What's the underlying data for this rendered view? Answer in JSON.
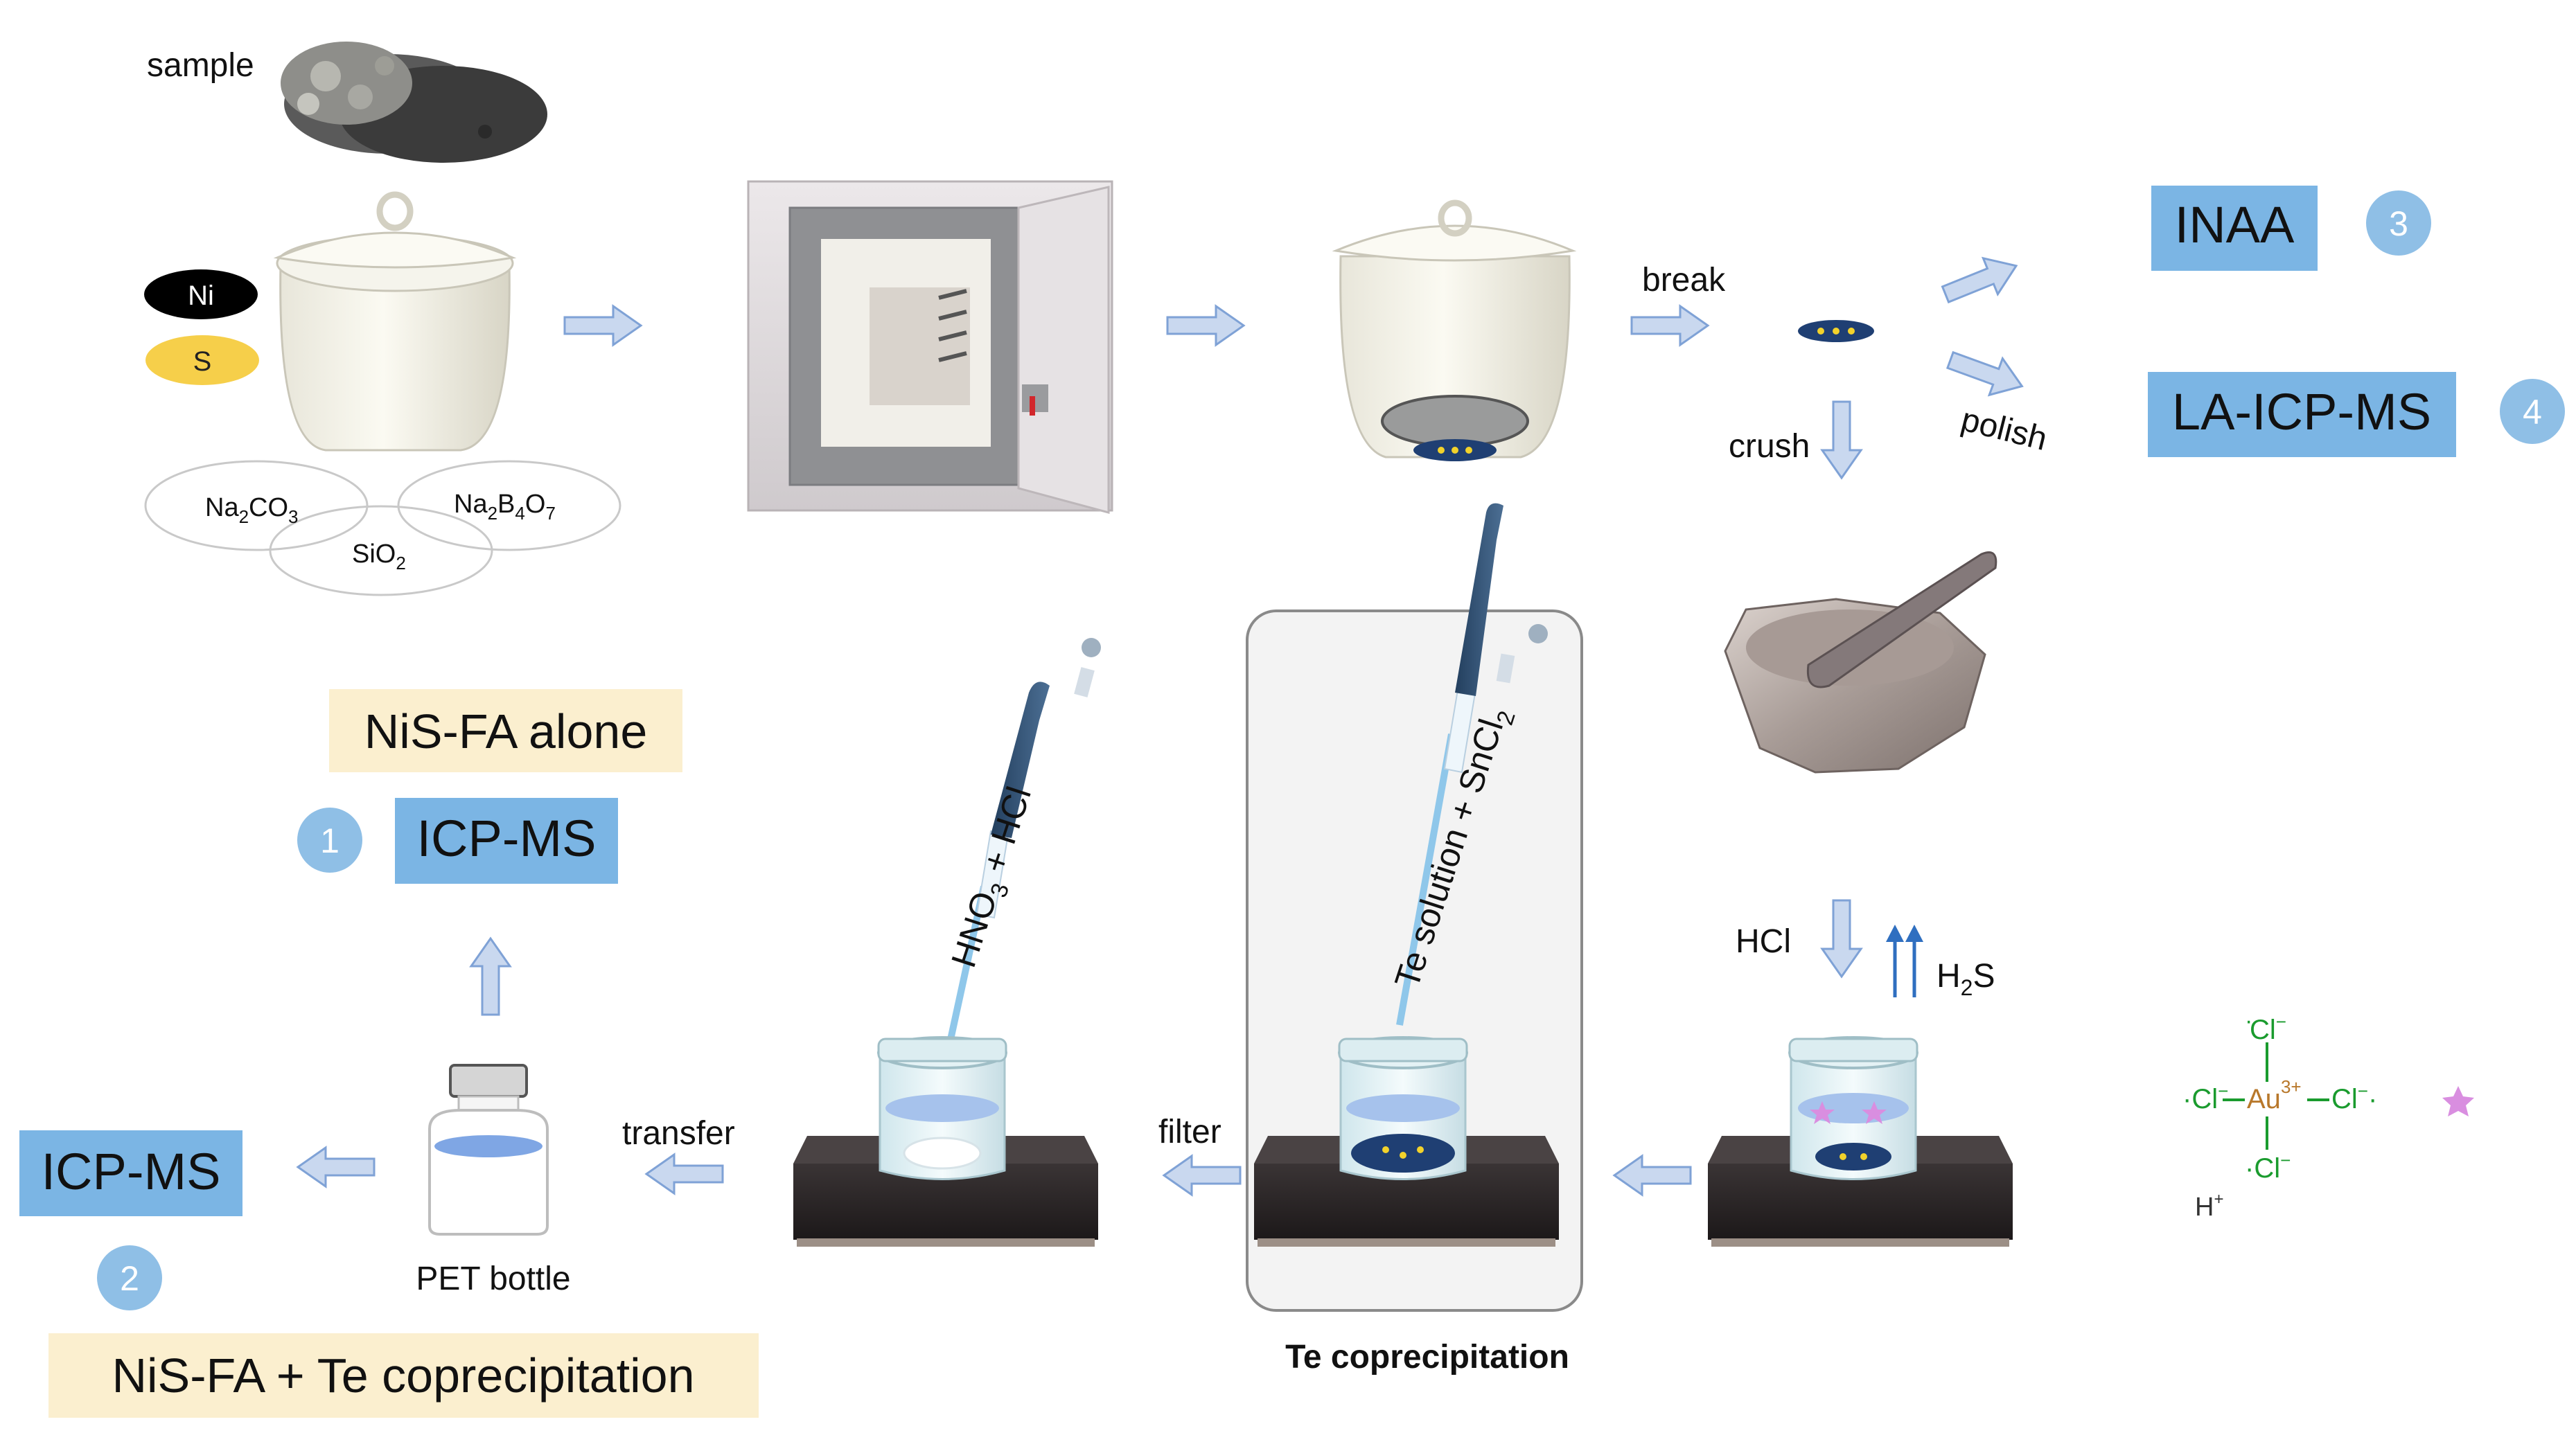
{
  "labels": {
    "sample": "sample",
    "ni": "Ni",
    "s": "S",
    "na2co3": [
      "Na",
      "2",
      "CO",
      "3"
    ],
    "na2b4o7": [
      "Na",
      "2",
      "B",
      "4",
      "O",
      "7"
    ],
    "sio2": [
      "SiO",
      "2"
    ],
    "break": "break",
    "crush": "crush",
    "polish": "polish",
    "hcl": "HCl",
    "h2s": [
      "H",
      "2",
      "S"
    ],
    "filter": "filter",
    "transfer": "transfer",
    "pet_bottle": "PET bottle",
    "te_coprecipitation": "Te coprecipitation",
    "pipette_left": [
      "HNO",
      "3",
      " + HCl"
    ],
    "pipette_mid": [
      "Te solution  +  SnCl",
      "2"
    ],
    "h_plus": "H",
    "plus_sign": "+"
  },
  "methods": {
    "inaa": "INAA",
    "la_icp_ms": "LA-ICP-MS",
    "icp_ms_top": "ICP-MS",
    "icp_ms_bottom": "ICP-MS",
    "nis_fa_alone": "NiS-FA alone",
    "nis_fa_te": "NiS-FA + Te coprecipitation"
  },
  "badges": {
    "one": "1",
    "two": "2",
    "three": "3",
    "four": "4"
  },
  "complex": {
    "cl": "Cl",
    "au": "Au",
    "charge": "3+",
    "minus": "−",
    "dot": "·"
  },
  "colors": {
    "arrow": "#c9d8ef",
    "arrow_edge": "#7fa2d6",
    "method_box": "#7bb5e4",
    "method_box_light": "#fbefcf",
    "badge": "#8fbfe6",
    "bead": "#1f3f73",
    "gold_dot": "#f2d22b",
    "star": "#d98ee0",
    "chloride": "#1a9b2e",
    "gold": "#b8782b"
  }
}
